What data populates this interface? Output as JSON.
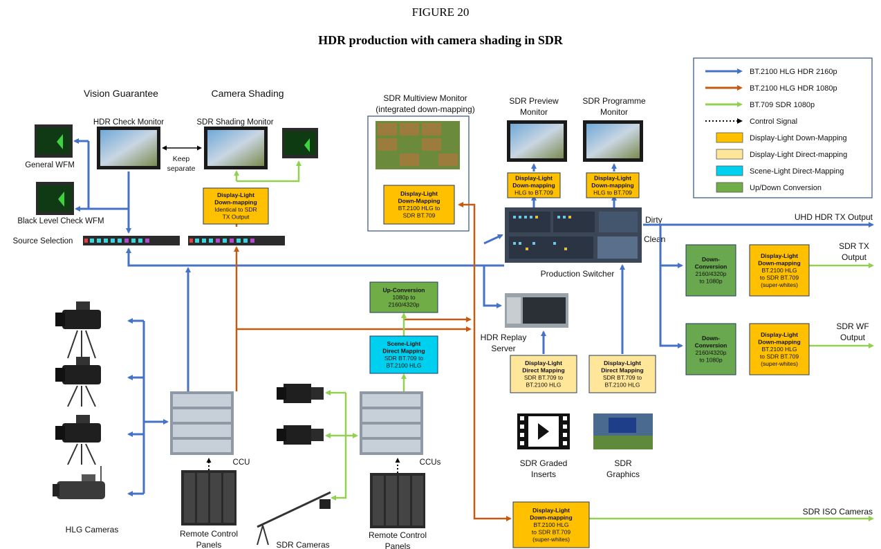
{
  "figure": {
    "number": "FIGURE 20",
    "title": "HDR production with camera shading in SDR"
  },
  "colors": {
    "hdr2160": "#4472C4",
    "hdr1080": "#C55A11",
    "sdr1080": "#92D050",
    "orange": "#FFC000",
    "lightOrange": "#FFE699",
    "cyan": "#00D0F0",
    "green": "#70AD47",
    "darkGreen": "#6AA84F"
  },
  "legend": [
    {
      "kind": "line",
      "color": "#4472C4",
      "label": "BT.2100 HLG HDR 2160p"
    },
    {
      "kind": "line",
      "color": "#C55A11",
      "label": "BT.2100 HLG HDR 1080p"
    },
    {
      "kind": "line",
      "color": "#92D050",
      "label": "BT.709 SDR 1080p"
    },
    {
      "kind": "dotted",
      "color": "#000000",
      "label": "Control Signal"
    },
    {
      "kind": "swatch",
      "color": "#FFC000",
      "label": "Display-Light Down-Mapping"
    },
    {
      "kind": "swatch",
      "color": "#FFE699",
      "label": "Display-Light Direct-mapping"
    },
    {
      "kind": "swatch",
      "color": "#00D0F0",
      "label": "Scene-Light Direct-Mapping"
    },
    {
      "kind": "swatch",
      "color": "#70AD47",
      "label": "Up/Down Conversion"
    }
  ],
  "headings": {
    "vision": "Vision Guarantee",
    "shading": "Camera Shading"
  },
  "labels": {
    "hdr_check": "HDR Check Monitor",
    "sdr_shading": "SDR Shading Monitor",
    "keep_sep_1": "Keep",
    "keep_sep_2": "separate",
    "general_wfm": "General WFM",
    "black_wfm": "Black Level Check WFM",
    "source_sel": "Source Selection",
    "multiview_1": "SDR Multiview Monitor",
    "multiview_2": "(integrated down-mapping)",
    "preview_1": "SDR Preview",
    "preview_2": "Monitor",
    "programme_1": "SDR Programme",
    "programme_2": "Monitor",
    "dirty": "Dirty",
    "clean": "Clean",
    "uhd_out": "UHD HDR TX Output",
    "sdr_tx_1": "SDR TX",
    "sdr_tx_2": "Output",
    "sdr_wf_1": "SDR WF",
    "sdr_wf_2": "Output",
    "switcher": "Production Switcher",
    "replay_1": "HDR Replay",
    "replay_2": "Server",
    "ccu": "CCU",
    "ccus": "CCUs",
    "hlg_cams": "HLG Cameras",
    "rcp1_1": "Remote Control",
    "rcp1_2": "Panels",
    "sdr_cams": "SDR Cameras",
    "rcp2_1": "Remote Control",
    "rcp2_2": "Panels",
    "inserts_1": "SDR Graded",
    "inserts_2": "Inserts",
    "graphics_1": "SDR",
    "graphics_2": "Graphics",
    "iso": "SDR ISO Cameras"
  },
  "boxes": {
    "shading_dm": {
      "title": [
        "Display-Light",
        "Down-mapping"
      ],
      "body": [
        "Identical to SDR",
        "TX Output"
      ]
    },
    "multiview_dm": {
      "title": [
        "Display-Light",
        "Down-Mapping"
      ],
      "body": [
        "BT.2100 HLG to",
        "SDR BT.709"
      ]
    },
    "preview_dm": {
      "title": [
        "Display-Light",
        "Down-mapping"
      ],
      "body": [
        "HLG to BT.709"
      ]
    },
    "programme_dm": {
      "title": [
        "Display-Light",
        "Down-mapping"
      ],
      "body": [
        "HLG to BT.709"
      ]
    },
    "upconv": {
      "title": [
        "Up-Conversion"
      ],
      "body": [
        "1080p to",
        "2160/4320p"
      ]
    },
    "scene_map": {
      "title": [
        "Scene-Light",
        "Direct Mapping"
      ],
      "body": [
        "SDR BT.709 to",
        "BT.2100 HLG"
      ]
    },
    "replay_map": {
      "title": [
        "Display-Light",
        "Direct Mapping"
      ],
      "body": [
        "SDR BT.709 to",
        "BT.2100 HLG"
      ]
    },
    "graphics_map": {
      "title": [
        "Display-Light",
        "Direct Mapping"
      ],
      "body": [
        "SDR BT.709 to",
        "BT.2100 HLG"
      ]
    },
    "downconv_tx": {
      "title": [
        "Down-",
        "Conversion"
      ],
      "body": [
        "2160/4320p",
        "to 1080p"
      ]
    },
    "dm_tx": {
      "title": [
        "Display-Light",
        "Down-mapping"
      ],
      "body": [
        "BT.2100 HLG",
        "to SDR BT.709",
        "(super-whites)"
      ]
    },
    "downconv_wf": {
      "title": [
        "Down-",
        "Conversion"
      ],
      "body": [
        "2160/4320p",
        "to 1080p"
      ]
    },
    "dm_wf": {
      "title": [
        "Display-Light",
        "Down-mapping"
      ],
      "body": [
        "BT.2100 HLG",
        "to SDR BT.709",
        "(super-whites)"
      ]
    },
    "dm_iso": {
      "title": [
        "Display-Light",
        "Down-mapping"
      ],
      "body": [
        "BT.2100 HLG",
        "to SDR BT.709",
        "(super-whites)"
      ]
    }
  }
}
